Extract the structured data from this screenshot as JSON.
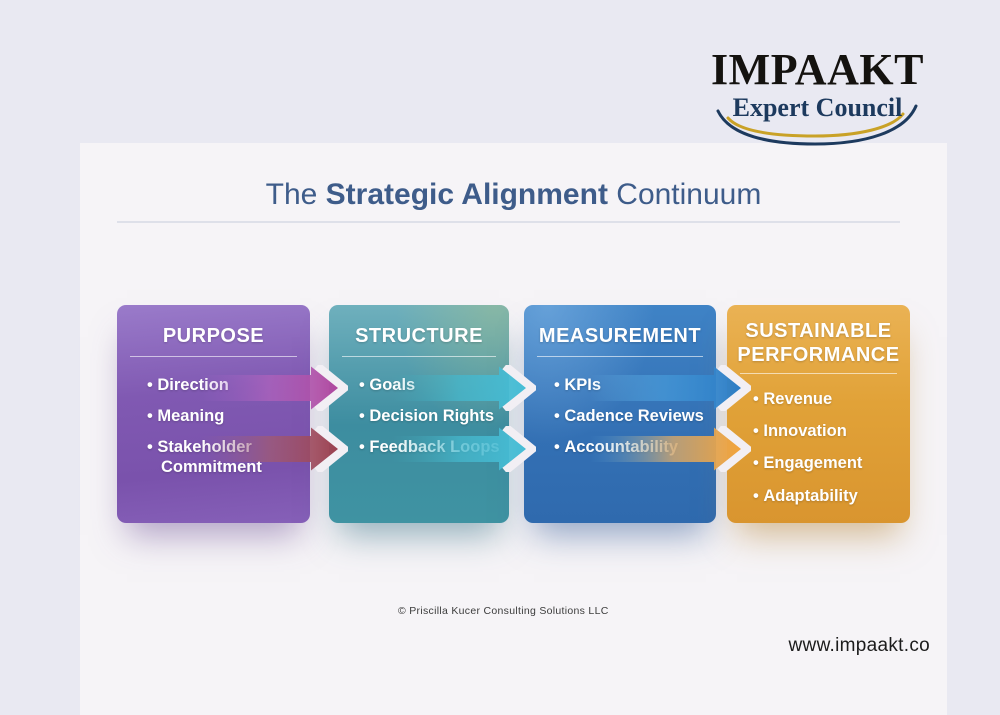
{
  "logo": {
    "brand": "IMPAAKT",
    "subtitle": "Expert Council",
    "navy": "#1d3a5e",
    "gold": "#c9a227"
  },
  "title": {
    "prefix": "The ",
    "bold": "Strategic Alignment",
    "suffix": " Continuum",
    "color": "#3e5c8a"
  },
  "columns": [
    {
      "id": "purpose",
      "header": "PURPOSE",
      "items": [
        "Direction",
        "Meaning",
        "Stakeholder Commitment"
      ],
      "color_top": "#9a7bca",
      "color_bottom": "#7a52ac"
    },
    {
      "id": "structure",
      "header": "STRUCTURE",
      "items": [
        "Goals",
        "Decision Rights",
        "Feedback Loops"
      ],
      "color_top": "#6fb0bd",
      "color_bottom": "#3f93a2"
    },
    {
      "id": "measurement",
      "header": "MEASUREMENT",
      "items": [
        "KPIs",
        "Cadence Reviews",
        "Accountability"
      ],
      "color_top": "#3f83c6",
      "color_bottom": "#2f6aae"
    },
    {
      "id": "sustainable-performance",
      "header": "SUSTAINABLE PERFORMANCE",
      "items": [
        "Revenue",
        "Innovation",
        "Engagement",
        "Adaptability"
      ],
      "color_top": "#eab254",
      "color_bottom": "#d9952f"
    }
  ],
  "arrows": {
    "a1": {
      "stops": [
        "#9a63c6",
        "#ae62bc",
        "#b1489f"
      ]
    },
    "a2": {
      "stops": [
        "#8f5f9c",
        "#a05a74",
        "#9d4150"
      ]
    },
    "a3": {
      "stops": [
        "#44a8b6",
        "#45b7cc",
        "#46bdd6"
      ]
    },
    "a4": {
      "stops": [
        "#44a8b6",
        "#45b7cc",
        "#46bdd6"
      ]
    },
    "a5": {
      "stops": [
        "#6cb8e8",
        "#4496d6",
        "#2a7cc6"
      ]
    },
    "a6": {
      "stops": [
        "#5aa6dc",
        "#cda56f",
        "#f2a43c"
      ]
    }
  },
  "footer": {
    "copyright": "© Priscilla Kucer Consulting Solutions LLC",
    "website": "www.impaakt.co"
  }
}
